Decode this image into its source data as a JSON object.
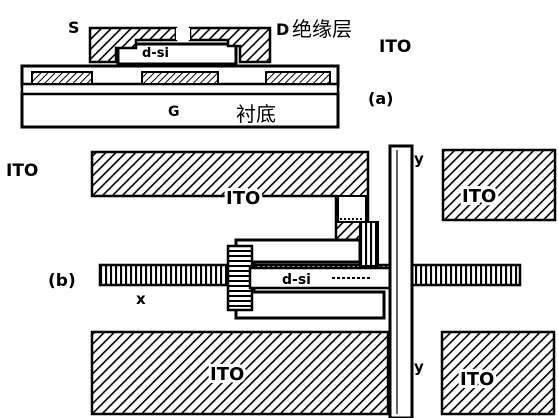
{
  "figure_a": {
    "source_label": "S",
    "drain_label": "D",
    "insulator_label": "绝缘层",
    "ito_label": "ITO",
    "semiconductor_label": "d-si",
    "gate_label": "G",
    "substrate_label": "衬底",
    "panel_label": "(a)"
  },
  "figure_b": {
    "panel_label": "(b)",
    "ito_left_label": "ITO",
    "pixel_labels": [
      "ITO",
      "ITO",
      "ITO",
      "ITO"
    ],
    "semiconductor_label": "d-si",
    "x_line_label": "x",
    "y_line_label_top": "y",
    "y_line_label_bottom": "y"
  },
  "colors": {
    "ink": "#000000",
    "paper": "#ffffff"
  }
}
